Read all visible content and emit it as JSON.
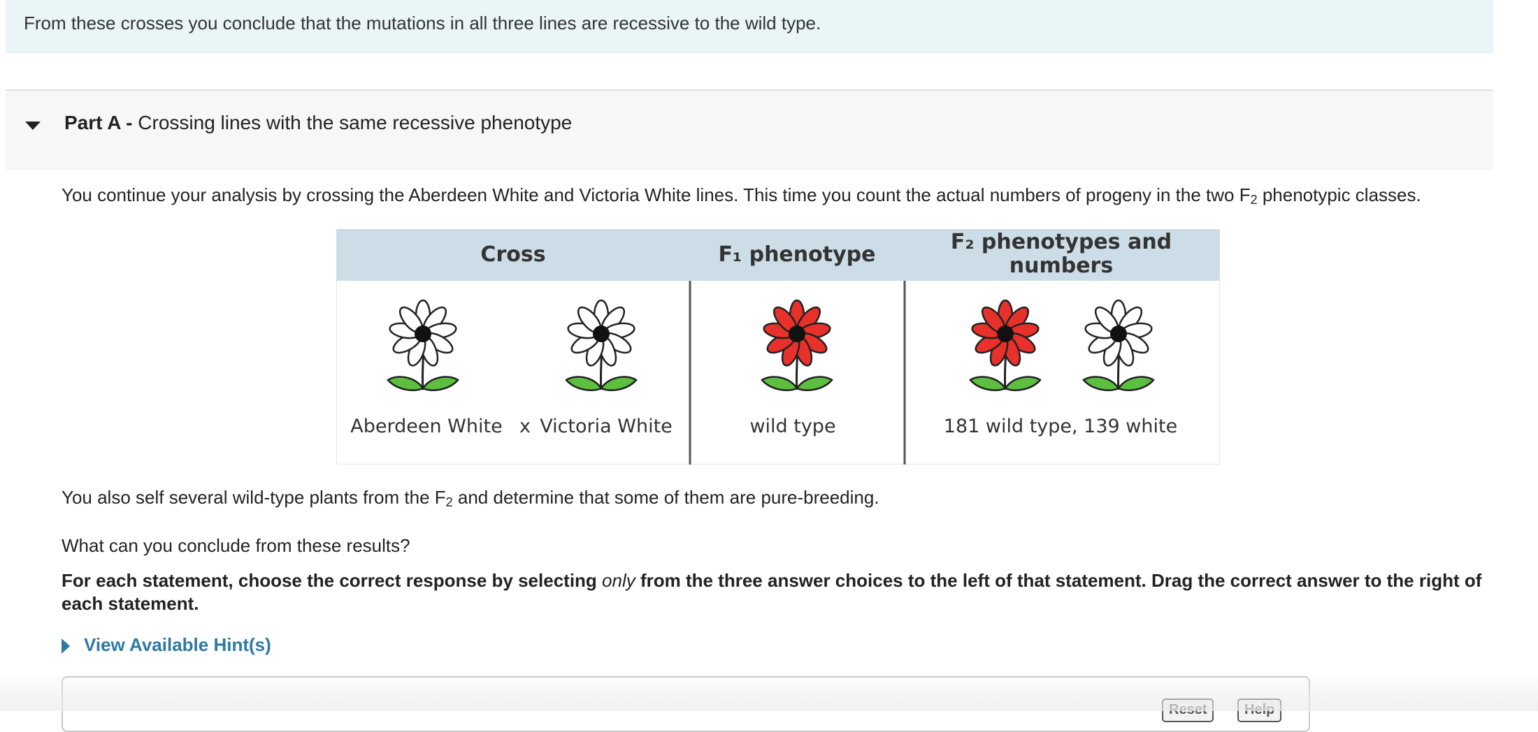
{
  "intro": {
    "text": "From these crosses you conclude that the mutations in all three lines are recessive to the wild type."
  },
  "part_a": {
    "label": "Part A -",
    "title": "Crossing lines with the same recessive phenotype"
  },
  "question": {
    "para1_a": "You continue your analysis by crossing the Aberdeen White and Victoria White lines. This time you count the actual numbers of progeny in the two F",
    "para1_sub": "2",
    "para1_b": " phenotypic classes.",
    "para2_a": "You also self several wild-type plants from the F",
    "para2_sub": "2",
    "para2_b": " and determine that some of them are pure-breeding.",
    "para3": "What can you conclude from these results?",
    "instruction_a": "For each statement, choose the correct response by selecting ",
    "instruction_em": "only",
    "instruction_b": " from the three answer choices to the left of that statement. Drag the correct answer to the right of each statement."
  },
  "figure": {
    "headers": {
      "cross": "Cross",
      "f1": "F₁ phenotype",
      "f2_line1": "F₂ phenotypes and",
      "f2_line2": "numbers"
    },
    "cross_left_label": "Aberdeen White",
    "cross_symbol": "x",
    "cross_right_label": "Victoria White",
    "f1_label": "wild type",
    "f2_label": "181 wild type, 139 white",
    "colors": {
      "wild_type_petal": "#e8312a",
      "white_petal": "#ffffff",
      "header_bg": "#cddde7",
      "leaf": "#5cbf3f"
    }
  },
  "hints": {
    "label": "View Available Hint(s)"
  },
  "controls": {
    "reset": "Reset",
    "help": "Help"
  }
}
